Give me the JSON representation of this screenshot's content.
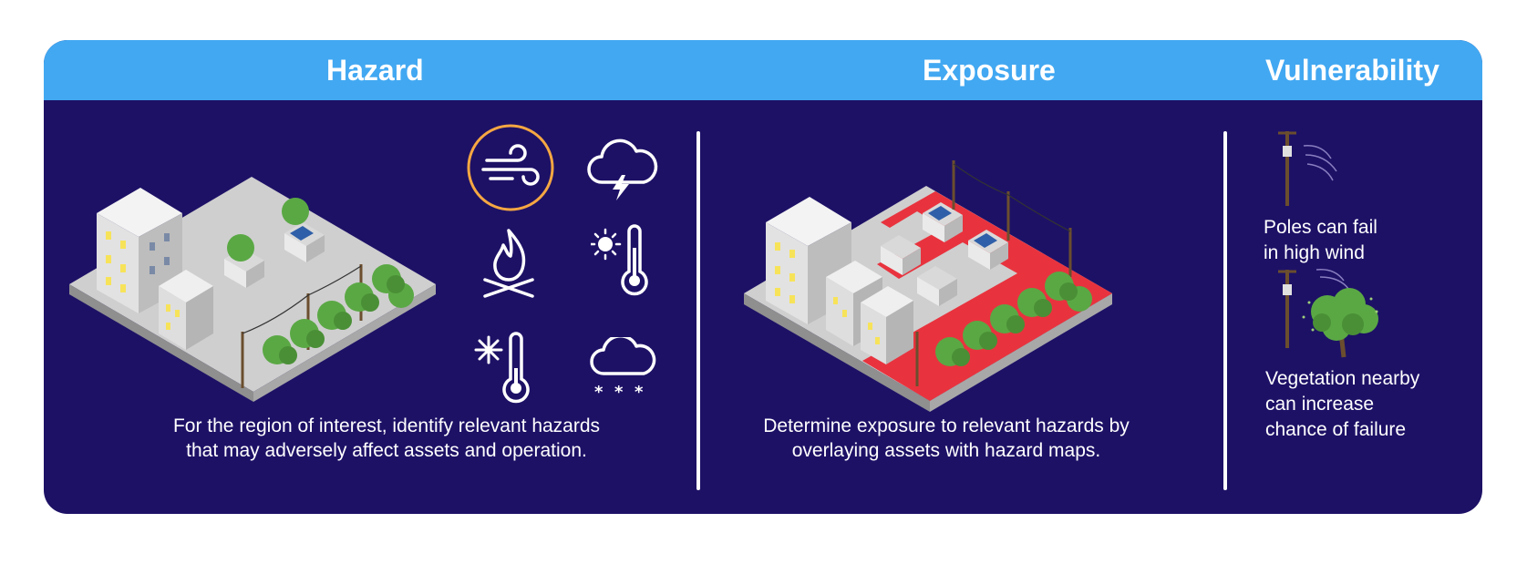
{
  "header": {
    "hazard_title": "Hazard",
    "exposure_title": "Exposure",
    "vulnerability_title": "Vulnerability"
  },
  "hazard": {
    "caption_line1": "For the region of interest, identify relevant hazards",
    "caption_line2": "that may adversely affect assets and operation.",
    "icons": [
      "wind-icon",
      "thunderstorm-icon",
      "wildfire-icon",
      "heat-icon",
      "cold-icon",
      "snow-icon"
    ],
    "highlighted_icon": "wind-icon",
    "highlight_color": "#f5a742"
  },
  "exposure": {
    "caption_line1": "Determine exposure to relevant hazards by",
    "caption_line2": "overlaying assets with hazard maps.",
    "hazard_zone_color": "#e8333e"
  },
  "vulnerability": {
    "item1_line1": "Poles can fail",
    "item1_line2": "in high wind",
    "item2_line1": "Vegetation nearby",
    "item2_line2": "can increase",
    "item2_line3": "chance of failure"
  },
  "colors": {
    "panel": "#1d1166",
    "header": "#42a8f2",
    "text": "#ffffff",
    "tree": "#5aa844",
    "ground": "#c9c9c9"
  }
}
